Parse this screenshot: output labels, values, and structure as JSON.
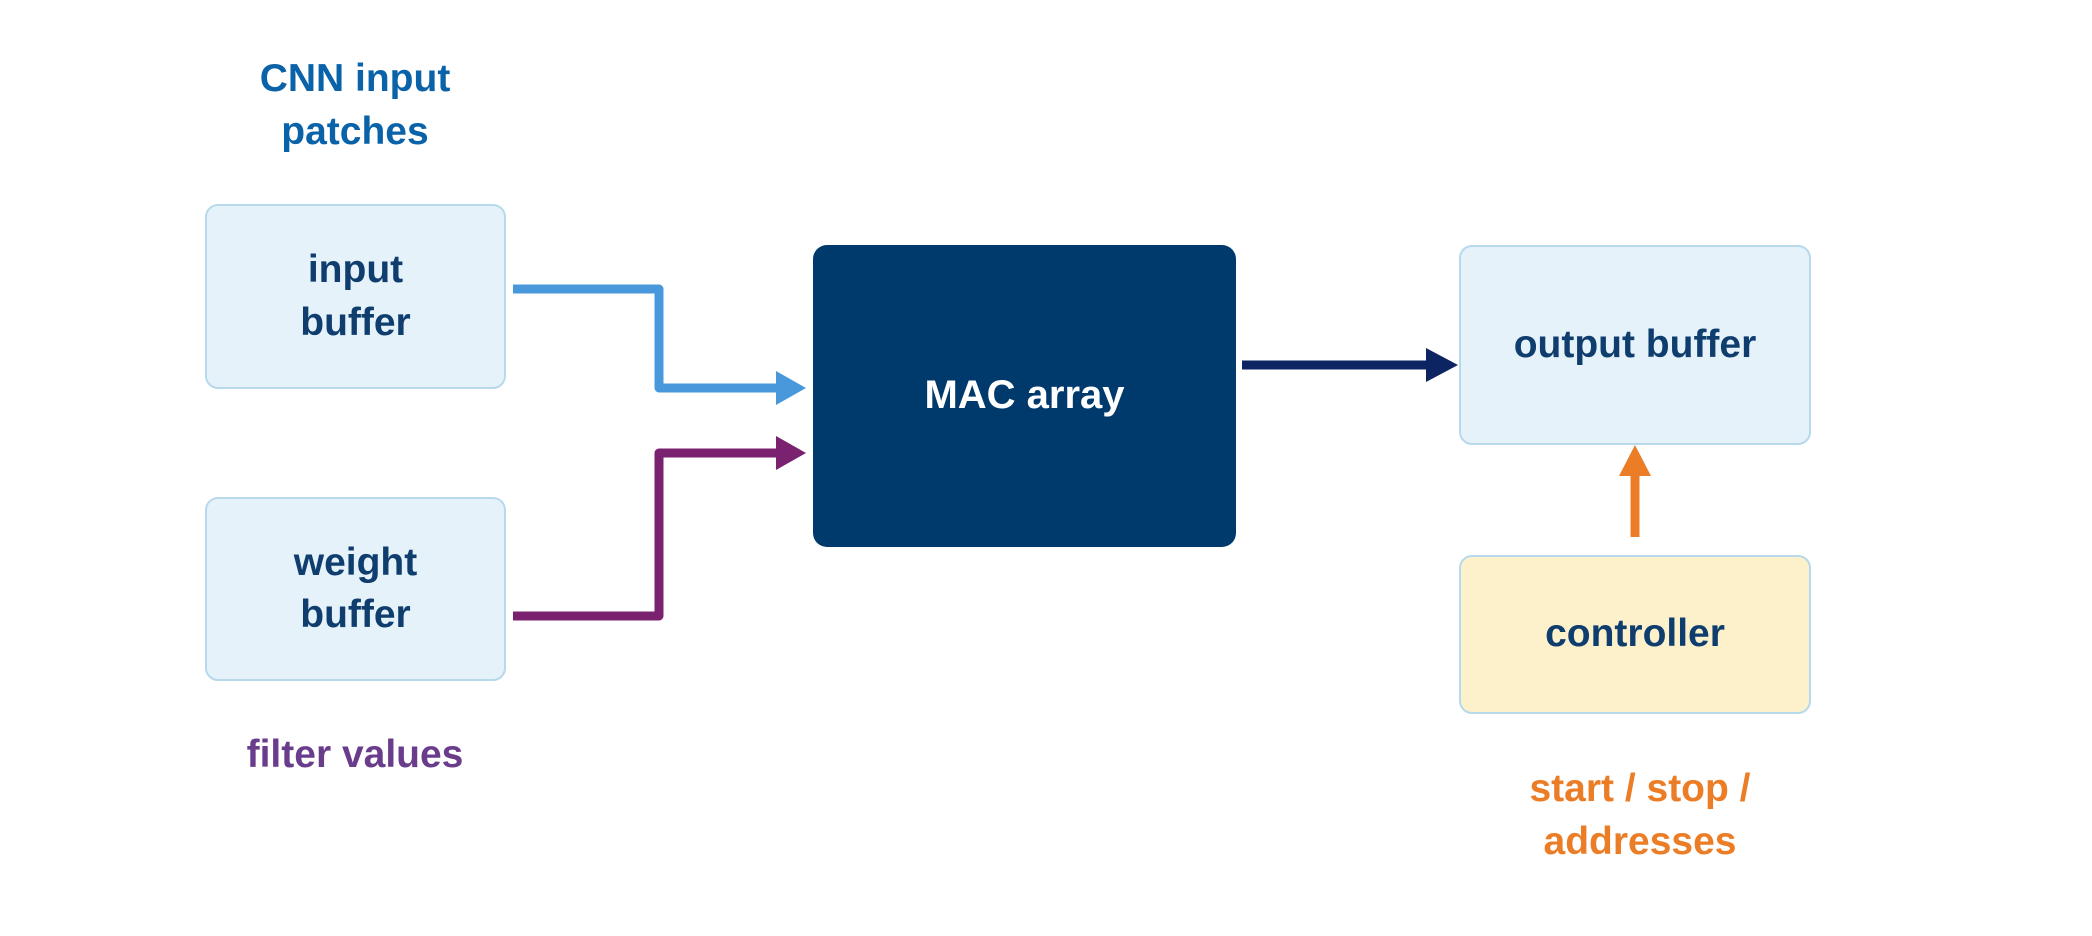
{
  "labels": {
    "cnn_input": [
      "CNN input",
      "patches"
    ],
    "filter_values": "filter values",
    "control_signals": [
      "start / stop /",
      "addresses"
    ]
  },
  "blocks": {
    "input_buffer": [
      "input",
      "buffer"
    ],
    "weight_buffer": [
      "weight",
      "buffer"
    ],
    "mac_array": "MAC array",
    "output_buffer": "output buffer",
    "controller": "controller"
  },
  "colors": {
    "input_path": "#4a98dc",
    "weight_path": "#7a2170",
    "mac_output": "#0c2461",
    "control_path": "#ec7d27",
    "buffer_fill": "#e5f2fa",
    "controller_fill": "#fdf1cc",
    "mac_fill": "#003a6d",
    "text_dark": "#0e3d6e",
    "label_blue": "#0a62a8",
    "label_purple": "#6a3c8c",
    "label_orange": "#ec7d27"
  }
}
